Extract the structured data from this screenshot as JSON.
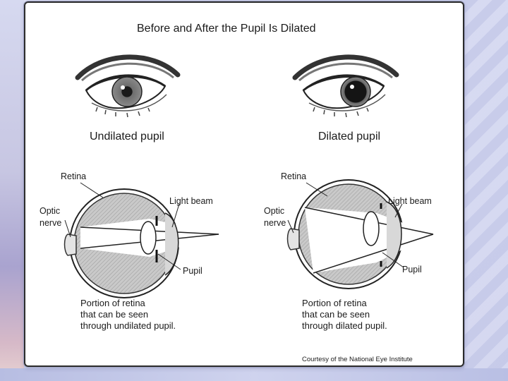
{
  "diagram": {
    "title": "Before and After the Pupil Is Dilated",
    "left": {
      "caption": "Undilated pupil",
      "retina_label": "Retina",
      "optic_nerve_label": "Optic\nnerve",
      "light_beam_label": "Light beam",
      "pupil_label": "Pupil",
      "portion_text": "Portion of retina\nthat can be seen\nthrough undilated pupil."
    },
    "right": {
      "caption": "Dilated pupil",
      "retina_label": "Retina",
      "optic_nerve_label": "Optic\nnerve",
      "light_beam_label": "Light beam",
      "pupil_label": "Pupil",
      "portion_text": "Portion of retina\nthat can be seen\nthrough dilated pupil."
    },
    "credit": "Courtesy of the National Eye Institute"
  }
}
